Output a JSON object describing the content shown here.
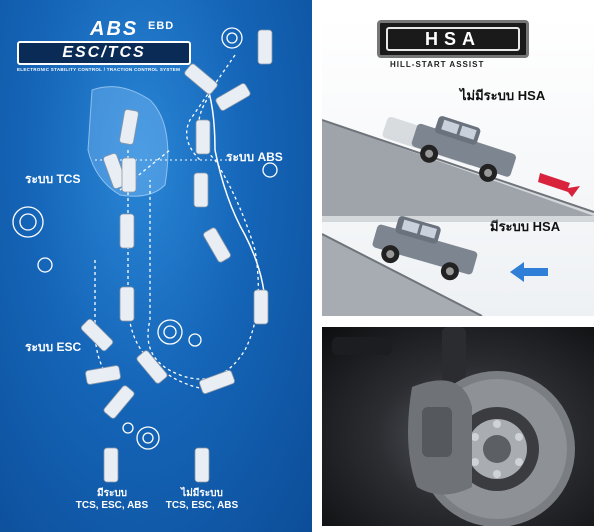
{
  "left_panel": {
    "title_abs": "ABS",
    "title_ebd": "EBD",
    "title_esc_tcs": "ESC/TCS",
    "subtitle": "ELECTRONIC STABILITY CONTROL / TRACTION CONTROL SYSTEM",
    "label_tcs": "ระบบ TCS",
    "label_abs": "ระบบ ABS",
    "label_esc": "ระบบ ESC",
    "footer_with_line1": "มีระบบ",
    "footer_with_line2": "TCS, ESC, ABS",
    "footer_without_line1": "ไม่มีระบบ",
    "footer_without_line2": "TCS, ESC, ABS"
  },
  "hsa_panel": {
    "logo": "HSA",
    "subtitle": "HILL-START ASSIST",
    "without_label": "ไม่มีระบบ HSA",
    "with_label": "มีระบบ HSA",
    "arrow_without_color": "#d9233d",
    "arrow_with_color": "#2f7fd9"
  },
  "colors": {
    "blue_bg": "#1565b8",
    "panel_bg": "#ffffff",
    "slope": "#8a8f95",
    "truck": "#7d8590"
  }
}
